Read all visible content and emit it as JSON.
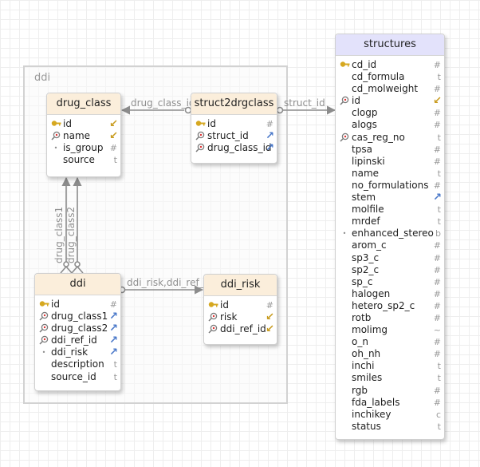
{
  "group": {
    "label": "ddi"
  },
  "tables": {
    "drug_class": {
      "title": "drug_class",
      "rows": [
        {
          "name": "id",
          "icon": "key",
          "type": "",
          "fk": "in"
        },
        {
          "name": "name",
          "icon": "idx",
          "type": "",
          "fk": "in"
        },
        {
          "name": "is_group",
          "icon": "dot",
          "type": "#",
          "fk": ""
        },
        {
          "name": "source",
          "icon": "",
          "type": "t",
          "fk": ""
        }
      ]
    },
    "struct2drgclass": {
      "title": "struct2drgclass",
      "rows": [
        {
          "name": "id",
          "icon": "key",
          "type": "#",
          "fk": ""
        },
        {
          "name": "struct_id",
          "icon": "idx",
          "type": "",
          "fk": "out"
        },
        {
          "name": "drug_class_id",
          "icon": "idx",
          "type": "",
          "fk": "out"
        }
      ]
    },
    "ddi": {
      "title": "ddi",
      "rows": [
        {
          "name": "id",
          "icon": "key",
          "type": "#",
          "fk": ""
        },
        {
          "name": "drug_class1",
          "icon": "idx",
          "type": "",
          "fk": "out"
        },
        {
          "name": "drug_class2",
          "icon": "idx",
          "type": "",
          "fk": "out"
        },
        {
          "name": "ddi_ref_id",
          "icon": "idx",
          "type": "",
          "fk": "out"
        },
        {
          "name": "ddi_risk",
          "icon": "dot",
          "type": "",
          "fk": "out"
        },
        {
          "name": "description",
          "icon": "",
          "type": "t",
          "fk": ""
        },
        {
          "name": "source_id",
          "icon": "",
          "type": "t",
          "fk": ""
        }
      ]
    },
    "ddi_risk": {
      "title": "ddi_risk",
      "rows": [
        {
          "name": "id",
          "icon": "key",
          "type": "#",
          "fk": ""
        },
        {
          "name": "risk",
          "icon": "idx",
          "type": "",
          "fk": "in"
        },
        {
          "name": "ddi_ref_id",
          "icon": "idx",
          "type": "",
          "fk": "in"
        }
      ]
    },
    "structures": {
      "title": "structures",
      "rows": [
        {
          "name": "cd_id",
          "icon": "key",
          "type": "#",
          "fk": ""
        },
        {
          "name": "cd_formula",
          "icon": "",
          "type": "t",
          "fk": ""
        },
        {
          "name": "cd_molweight",
          "icon": "",
          "type": "#",
          "fk": ""
        },
        {
          "name": "id",
          "icon": "idx",
          "type": "",
          "fk": "in"
        },
        {
          "name": "clogp",
          "icon": "",
          "type": "#",
          "fk": ""
        },
        {
          "name": "alogs",
          "icon": "",
          "type": "#",
          "fk": ""
        },
        {
          "name": "cas_reg_no",
          "icon": "idx",
          "type": "t",
          "fk": ""
        },
        {
          "name": "tpsa",
          "icon": "",
          "type": "#",
          "fk": ""
        },
        {
          "name": "lipinski",
          "icon": "",
          "type": "#",
          "fk": ""
        },
        {
          "name": "name",
          "icon": "",
          "type": "t",
          "fk": ""
        },
        {
          "name": "no_formulations",
          "icon": "",
          "type": "#",
          "fk": ""
        },
        {
          "name": "stem",
          "icon": "",
          "type": "",
          "fk": "out"
        },
        {
          "name": "molfile",
          "icon": "",
          "type": "t",
          "fk": ""
        },
        {
          "name": "mrdef",
          "icon": "",
          "type": "t",
          "fk": ""
        },
        {
          "name": "enhanced_stereo",
          "icon": "dot",
          "type": "b",
          "fk": ""
        },
        {
          "name": "arom_c",
          "icon": "",
          "type": "#",
          "fk": ""
        },
        {
          "name": "sp3_c",
          "icon": "",
          "type": "#",
          "fk": ""
        },
        {
          "name": "sp2_c",
          "icon": "",
          "type": "#",
          "fk": ""
        },
        {
          "name": "sp_c",
          "icon": "",
          "type": "#",
          "fk": ""
        },
        {
          "name": "halogen",
          "icon": "",
          "type": "#",
          "fk": ""
        },
        {
          "name": "hetero_sp2_c",
          "icon": "",
          "type": "#",
          "fk": ""
        },
        {
          "name": "rotb",
          "icon": "",
          "type": "#",
          "fk": ""
        },
        {
          "name": "molimg",
          "icon": "",
          "type": "~",
          "fk": ""
        },
        {
          "name": "o_n",
          "icon": "",
          "type": "#",
          "fk": ""
        },
        {
          "name": "oh_nh",
          "icon": "",
          "type": "#",
          "fk": ""
        },
        {
          "name": "inchi",
          "icon": "",
          "type": "t",
          "fk": ""
        },
        {
          "name": "smiles",
          "icon": "",
          "type": "t",
          "fk": ""
        },
        {
          "name": "rgb",
          "icon": "",
          "type": "#",
          "fk": ""
        },
        {
          "name": "fda_labels",
          "icon": "",
          "type": "#",
          "fk": ""
        },
        {
          "name": "inchikey",
          "icon": "",
          "type": "c",
          "fk": ""
        },
        {
          "name": "status",
          "icon": "",
          "type": "t",
          "fk": ""
        }
      ]
    }
  },
  "relations": {
    "drug_class_id": "drug_class_id",
    "struct_id": "struct_id",
    "ddi_risk_ref": "ddi_risk,ddi_ref_id",
    "drug_class1": "drug_class1",
    "drug_class2": "drug_class2"
  },
  "colors": {
    "link": "#8c8c8c",
    "header_default": "#fbeedb",
    "header_structures": "#e3e2fb"
  }
}
